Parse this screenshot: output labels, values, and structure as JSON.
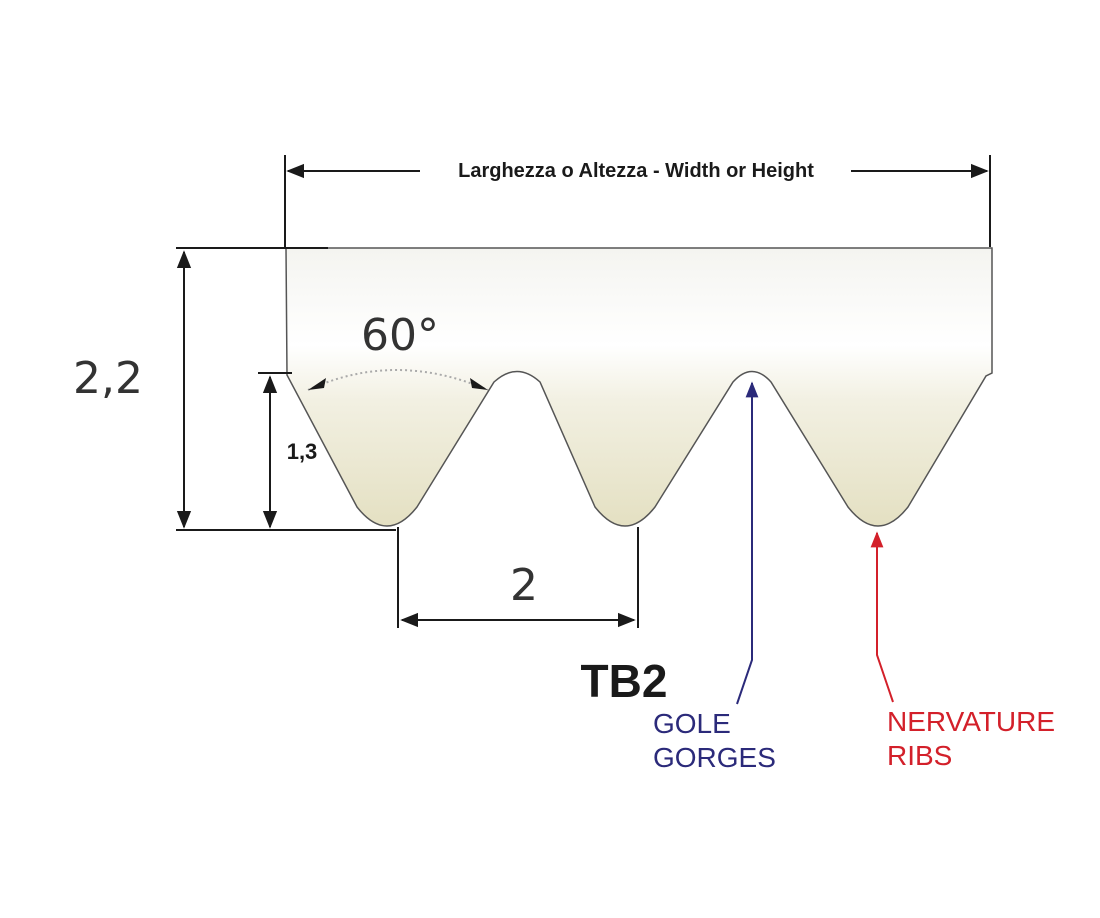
{
  "width_label": "Larghezza o Altezza - Width or Height",
  "angle_label": "60°",
  "total_height_label": "2,2",
  "rib_height_label": "1,3",
  "pitch_label": "2",
  "profile_label": "TB2",
  "grooves_label_it": "GOLE",
  "grooves_label_en": "GORGES",
  "ribs_label_it": "NERVATURE",
  "ribs_label_en": "RIBS",
  "colors": {
    "belt_fill_light": "#ffffff",
    "belt_fill_dark": "#e6e2c6",
    "line": "#1a1a1a",
    "grooves_accent": "#2b2a7a",
    "ribs_accent": "#d3202a"
  }
}
